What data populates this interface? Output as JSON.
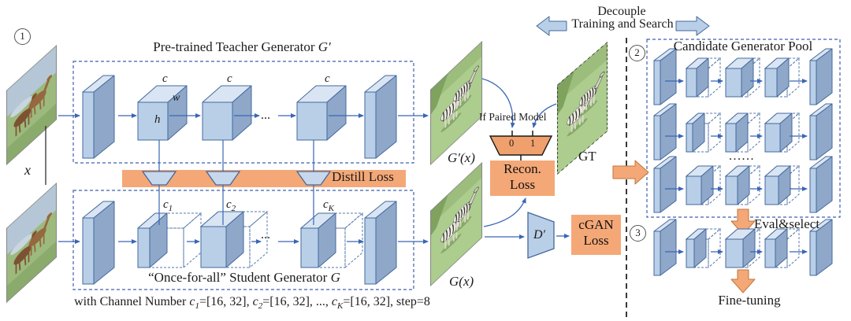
{
  "figure": {
    "stage1": {
      "badge": "1",
      "input_label": "x",
      "teacher": {
        "title_prefix": "Pre-trained Teacher Generator ",
        "title_symbol": "G′",
        "dim_c": "c",
        "dim_w": "w",
        "dim_h": "h",
        "dots": "..."
      },
      "distill_loss_label": "Distill Loss",
      "student": {
        "title_prefix": "“Once-for-all” Student Generator ",
        "title_symbol": "G",
        "dots": "...",
        "c_base": "c",
        "c1_sub": "1",
        "c2_sub": "2",
        "cK_sub": "K",
        "channel_parts": [
          "with Channel Number ",
          "c",
          "1",
          "=[16, 32], ",
          "c",
          "2",
          "=[16, 32], ..., ",
          "c",
          "K",
          "=[16, 32], step=8"
        ]
      },
      "teacher_output_label": "G′(x)",
      "student_output_label": "G(x)",
      "gt_label": "GT",
      "paired_label": "If Paired Model",
      "mux": {
        "zero": "0",
        "one": "1"
      },
      "recon_loss": {
        "line1": "Recon.",
        "line2": "Loss"
      },
      "discriminator_label": "D′",
      "cgan_loss": {
        "line1": "cGAN",
        "line2": "Loss"
      }
    },
    "decouple": {
      "line1": "Decouple",
      "line2": "Training and Search"
    },
    "stage2": {
      "badge": "2",
      "pool_title": "Candidate Generator Pool",
      "dots": "......",
      "eval_select": "Eval&select"
    },
    "stage3": {
      "badge": "3",
      "fine_tuning": "Fine-tuning"
    }
  },
  "colors": {
    "block_front": "#b9cfe8",
    "block_top": "#d9e5f3",
    "block_side": "#8fa8c9",
    "block_stroke": "#44689c",
    "phantom_stroke": "#5577ab",
    "arrow_blue": "#3a66b5",
    "box_dash_blue": "#3f5fae",
    "orange": "#f4a877",
    "orange_stroke": "#c2763b",
    "mux_fill": "#f0a06c",
    "mux_stroke": "#1a1a1a",
    "funnel_fill": "#c7d8ec",
    "divider": "#222222"
  }
}
